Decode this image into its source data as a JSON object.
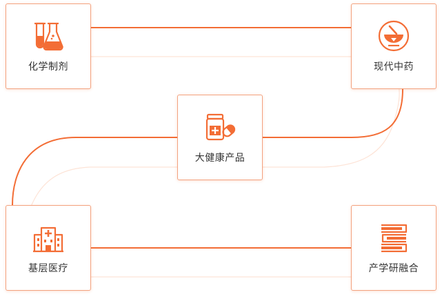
{
  "diagram": {
    "accent_color": "#f36d35",
    "accent_light": "#fbd5c3",
    "nodes": [
      {
        "id": "chem",
        "label": "化学制剂",
        "icon": "flask-icon"
      },
      {
        "id": "tcm",
        "label": "现代中药",
        "icon": "herbal-mortar-icon"
      },
      {
        "id": "health",
        "label": "大健康产品",
        "icon": "pill-bottle-icon"
      },
      {
        "id": "clinic",
        "label": "基层医疗",
        "icon": "hospital-icon"
      },
      {
        "id": "indust",
        "label": "产学研融合",
        "icon": "book-stack-icon"
      }
    ]
  }
}
